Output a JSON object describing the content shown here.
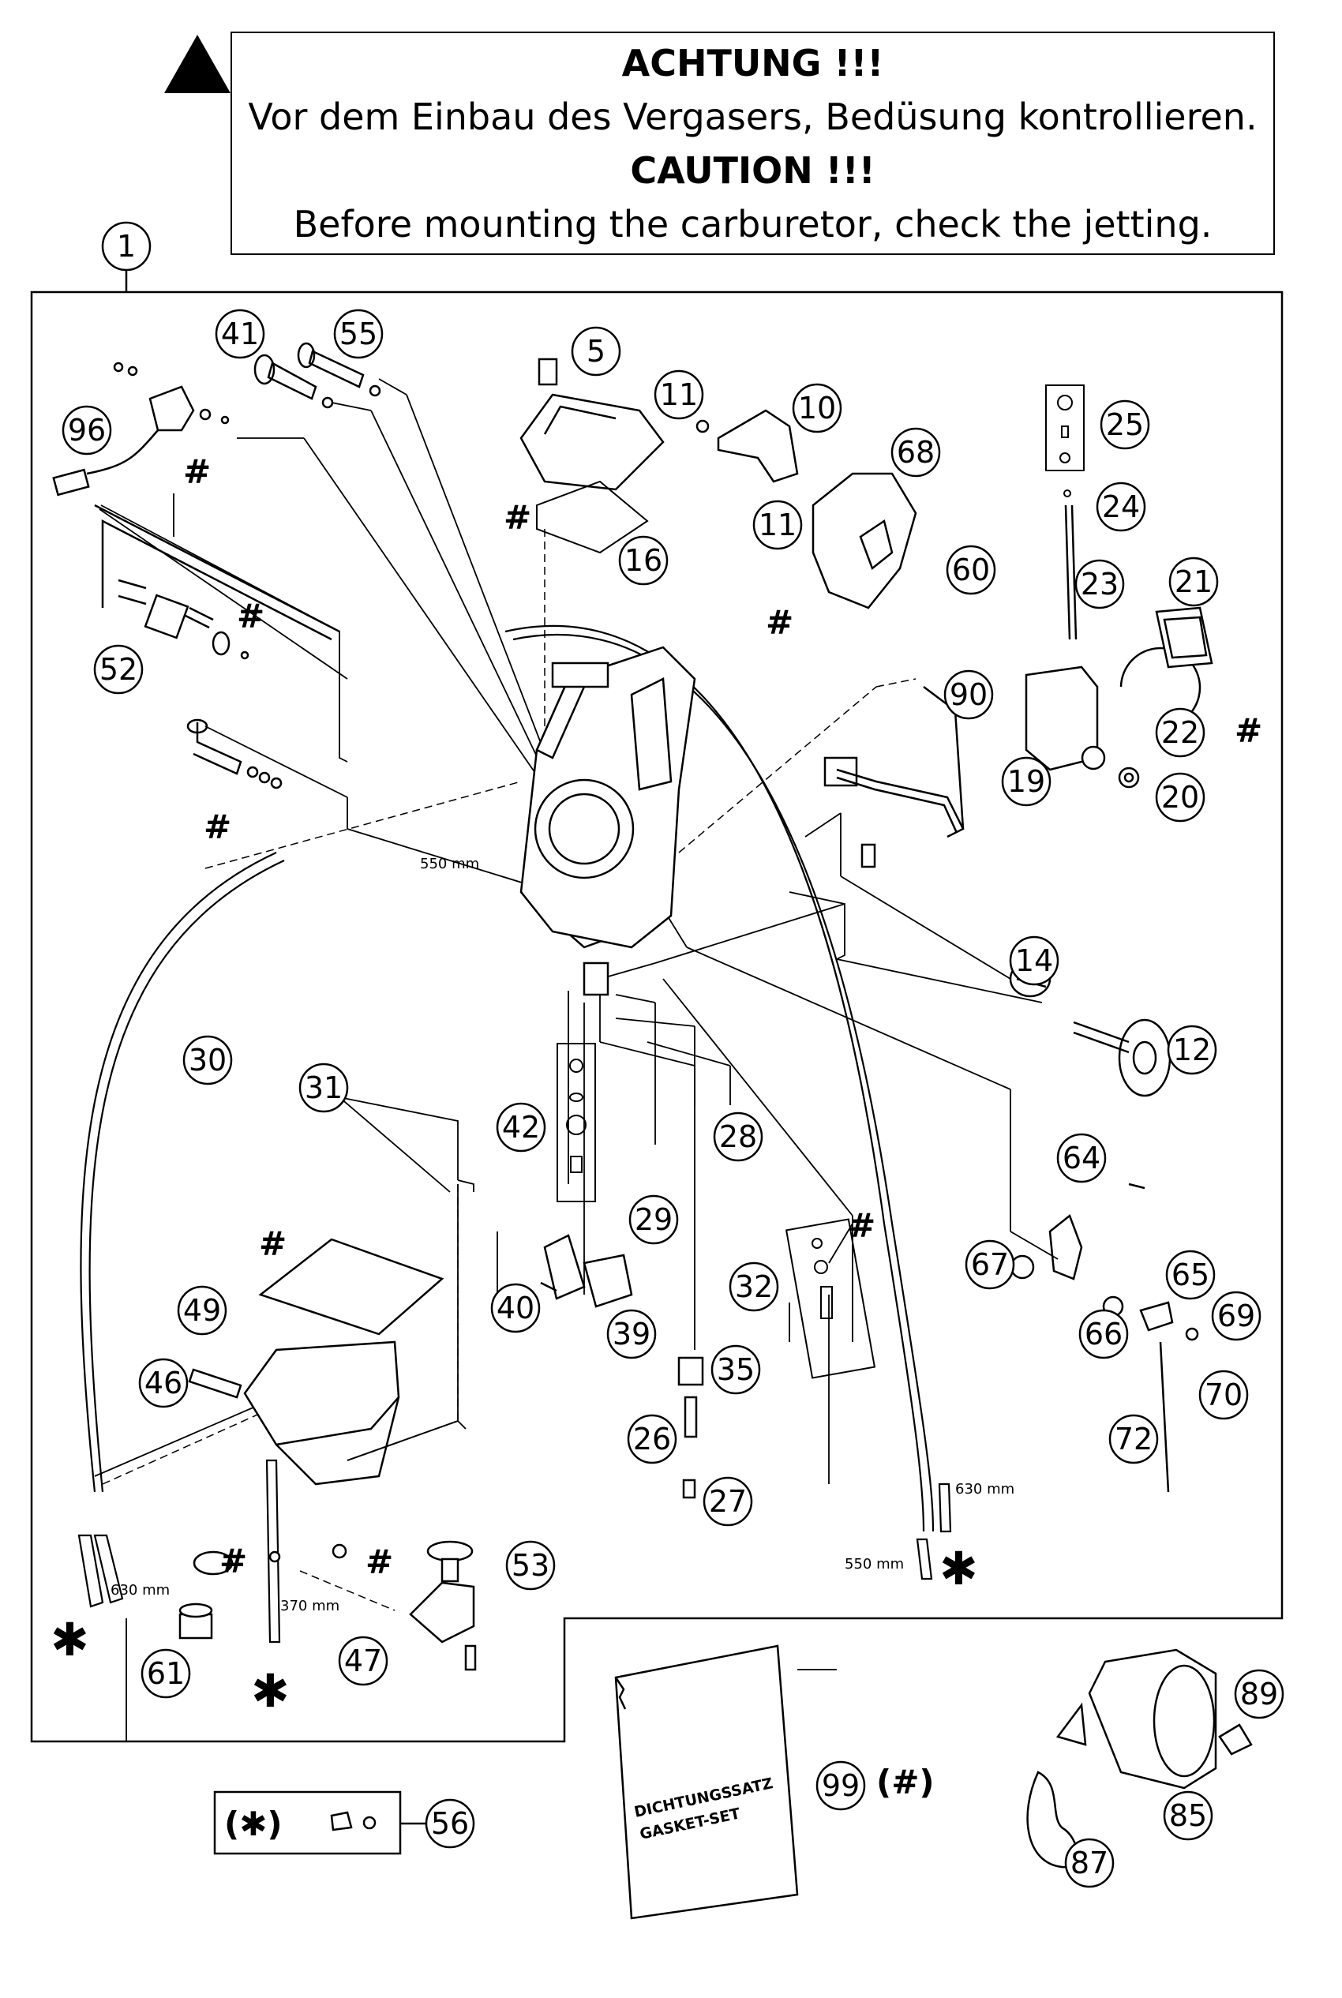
{
  "warning": {
    "title_de": "ACHTUNG !!!",
    "text_de": "Vor dem Einbau des Vergasers, Bedüsung kontrollieren.",
    "title_en": "CAUTION !!!",
    "text_en": "Before mounting the carburetor, check the jetting."
  },
  "symbols": {
    "hash": "#",
    "star": "✱"
  },
  "callouts": [
    {
      "id": "1",
      "label": "1"
    },
    {
      "id": "5",
      "label": "5"
    },
    {
      "id": "10",
      "label": "10"
    },
    {
      "id": "11a",
      "label": "11"
    },
    {
      "id": "11b",
      "label": "11"
    },
    {
      "id": "12",
      "label": "12"
    },
    {
      "id": "14",
      "label": "14"
    },
    {
      "id": "16",
      "label": "16"
    },
    {
      "id": "19",
      "label": "19"
    },
    {
      "id": "20",
      "label": "20"
    },
    {
      "id": "21",
      "label": "21"
    },
    {
      "id": "22",
      "label": "22"
    },
    {
      "id": "23",
      "label": "23"
    },
    {
      "id": "24",
      "label": "24"
    },
    {
      "id": "25",
      "label": "25"
    },
    {
      "id": "26",
      "label": "26"
    },
    {
      "id": "27",
      "label": "27"
    },
    {
      "id": "28",
      "label": "28"
    },
    {
      "id": "29",
      "label": "29"
    },
    {
      "id": "30",
      "label": "30"
    },
    {
      "id": "31",
      "label": "31"
    },
    {
      "id": "32",
      "label": "32"
    },
    {
      "id": "35",
      "label": "35"
    },
    {
      "id": "39",
      "label": "39"
    },
    {
      "id": "40",
      "label": "40"
    },
    {
      "id": "41",
      "label": "41"
    },
    {
      "id": "42",
      "label": "42"
    },
    {
      "id": "46",
      "label": "46"
    },
    {
      "id": "47",
      "label": "47"
    },
    {
      "id": "49",
      "label": "49"
    },
    {
      "id": "52",
      "label": "52"
    },
    {
      "id": "53",
      "label": "53"
    },
    {
      "id": "55",
      "label": "55"
    },
    {
      "id": "56",
      "label": "56"
    },
    {
      "id": "60",
      "label": "60"
    },
    {
      "id": "61",
      "label": "61"
    },
    {
      "id": "64",
      "label": "64"
    },
    {
      "id": "65",
      "label": "65"
    },
    {
      "id": "66",
      "label": "66"
    },
    {
      "id": "67",
      "label": "67"
    },
    {
      "id": "68",
      "label": "68"
    },
    {
      "id": "69",
      "label": "69"
    },
    {
      "id": "70",
      "label": "70"
    },
    {
      "id": "72",
      "label": "72"
    },
    {
      "id": "85",
      "label": "85"
    },
    {
      "id": "87",
      "label": "87"
    },
    {
      "id": "89",
      "label": "89"
    },
    {
      "id": "90",
      "label": "90"
    },
    {
      "id": "96",
      "label": "96"
    },
    {
      "id": "99",
      "label": "99"
    }
  ],
  "dimensions": {
    "hose_550_top": "550 mm",
    "hose_630_left": "630 mm",
    "hose_370": "370 mm",
    "hose_630_right": "630 mm",
    "hose_550_right": "550 mm"
  },
  "gasket_set": {
    "line1": "DICHTUNGSSATZ",
    "line2": "GASKET-SET",
    "ref_marker": "(#)"
  },
  "hose_kit_legend": {
    "marker": "(✱)"
  }
}
